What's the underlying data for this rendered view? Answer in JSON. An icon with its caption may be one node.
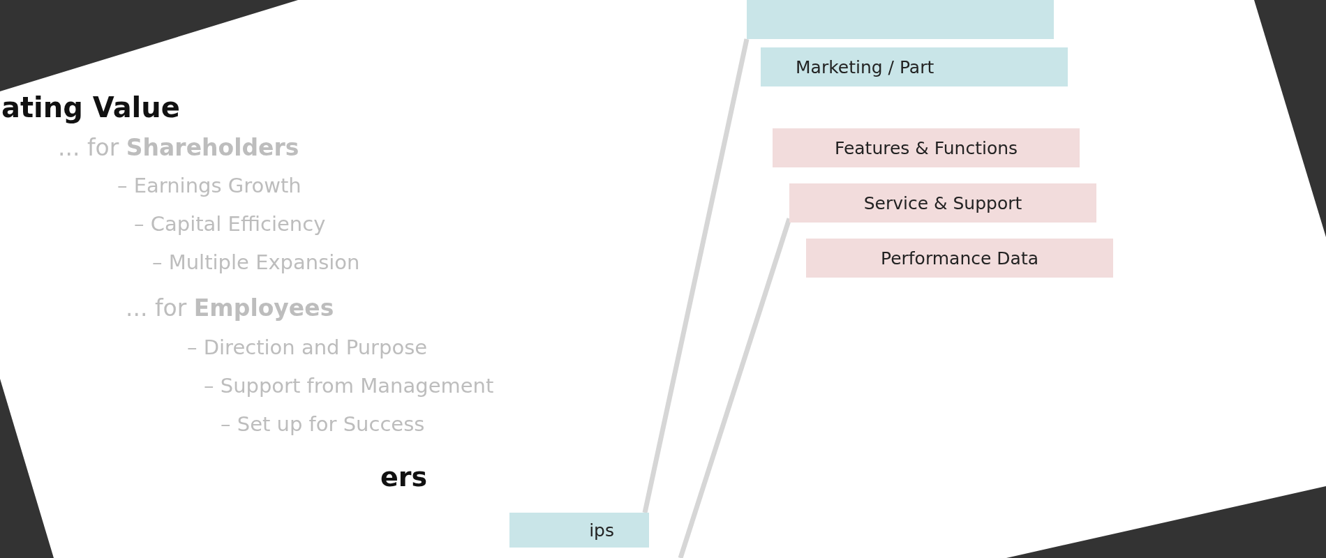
{
  "diagram": {
    "title": "ating Value",
    "nodes": [
      {
        "text": [],
        "shape": "box"
      },
      {
        "text": [
          "Marketing / Part"
        ]
      },
      {
        "text": [
          "Features & Functions"
        ]
      },
      {
        "text": [
          "Service & Support"
        ]
      },
      {
        "text": [
          "Performance Data"
        ]
      },
      {
        "text": [
          "ips"
        ]
      }
    ],
    "edges": [
      {
        "from": 5,
        "to": 0,
        "arrow": "none"
      },
      {
        "from": null,
        "to": 3,
        "arrow": "none"
      }
    ],
    "labels": [
      "... for **Shareholders**",
      "– Earnings Growth",
      "– Capital Efficiency",
      "– Multiple Expansion",
      "... for **Employees**",
      "– Direction and Purpose",
      "– Support from Management",
      "– Set up for Success",
      "ers"
    ]
  }
}
